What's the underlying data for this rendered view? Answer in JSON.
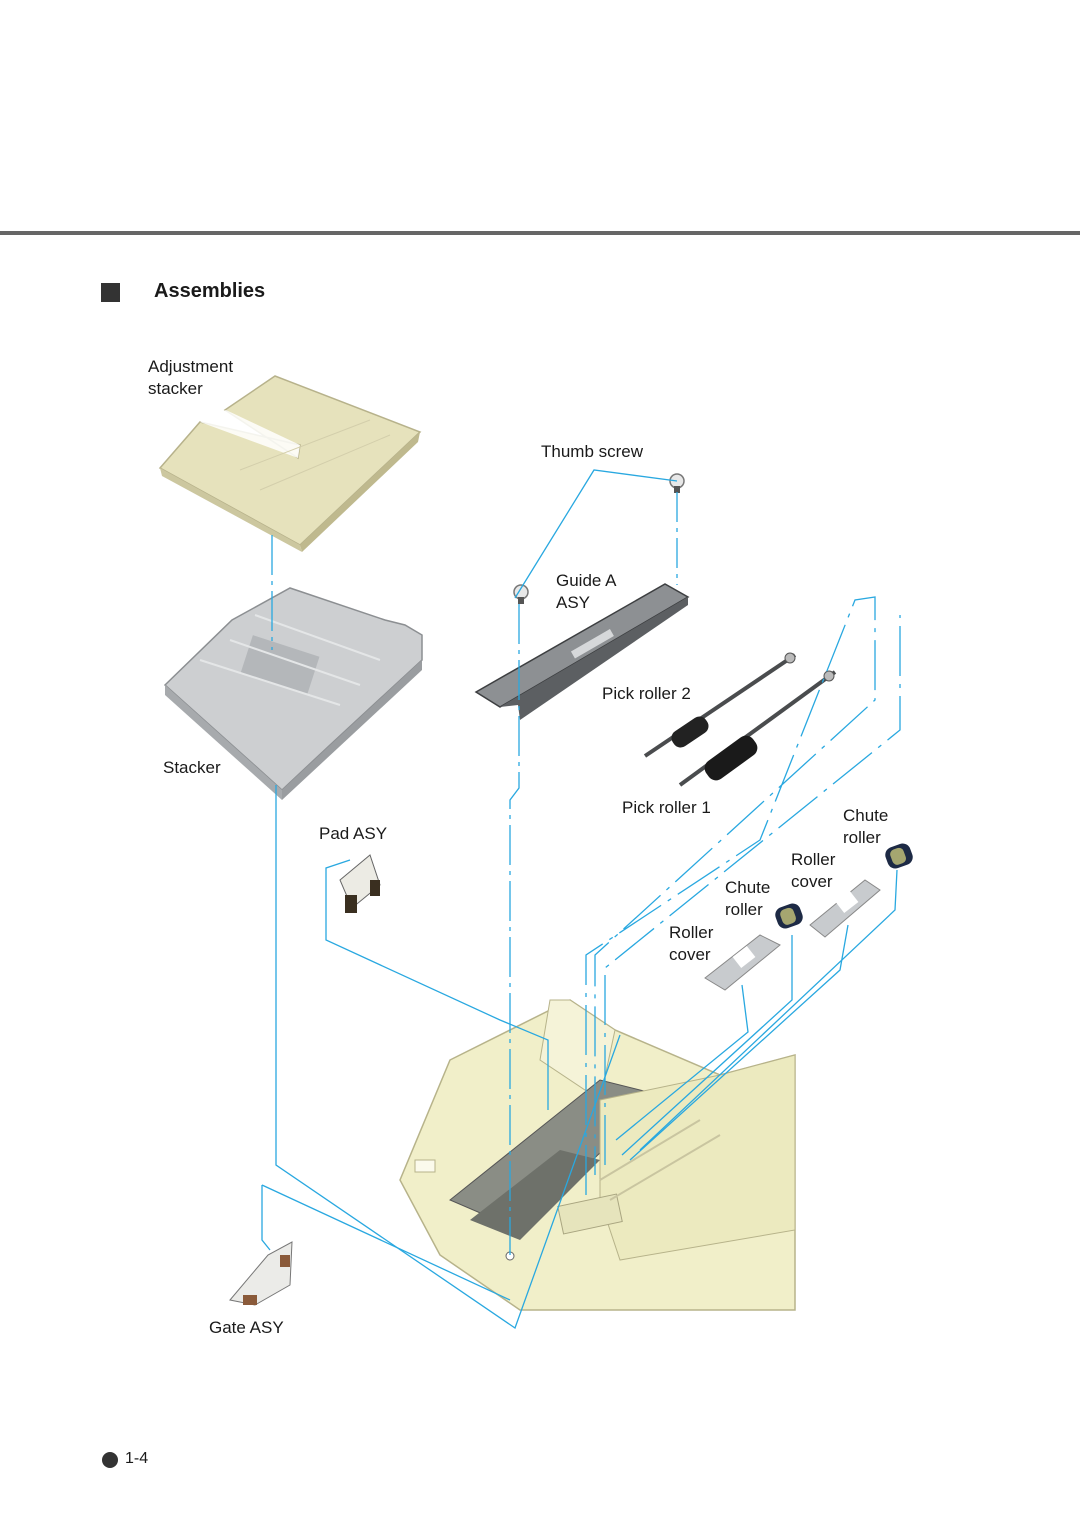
{
  "section": {
    "title": "Assemblies",
    "bullet": "square-bullet-icon"
  },
  "labels": {
    "adjustment_stacker": [
      "Adjustment",
      "stacker"
    ],
    "thumb_screw": "Thumb screw",
    "guide_a_asy": [
      "Guide A",
      "ASY"
    ],
    "pick_roller_2": "Pick roller 2",
    "stacker": "Stacker",
    "pick_roller_1": "Pick roller 1",
    "chute_roller_right": [
      "Chute",
      "roller"
    ],
    "pad_asy": "Pad ASY",
    "roller_cover_right": [
      "Roller",
      "cover"
    ],
    "chute_roller_left": [
      "Chute",
      "roller"
    ],
    "roller_cover_left": [
      "Roller",
      "cover"
    ],
    "gate_asy": "Gate ASY"
  },
  "page_number": "1-4",
  "colors": {
    "leader_line": "#29a8e0",
    "rule": "#666666",
    "part_beige": "#e6e2bc",
    "part_grey": "#c9cbcc",
    "scanner_body": "#f1efc9"
  }
}
